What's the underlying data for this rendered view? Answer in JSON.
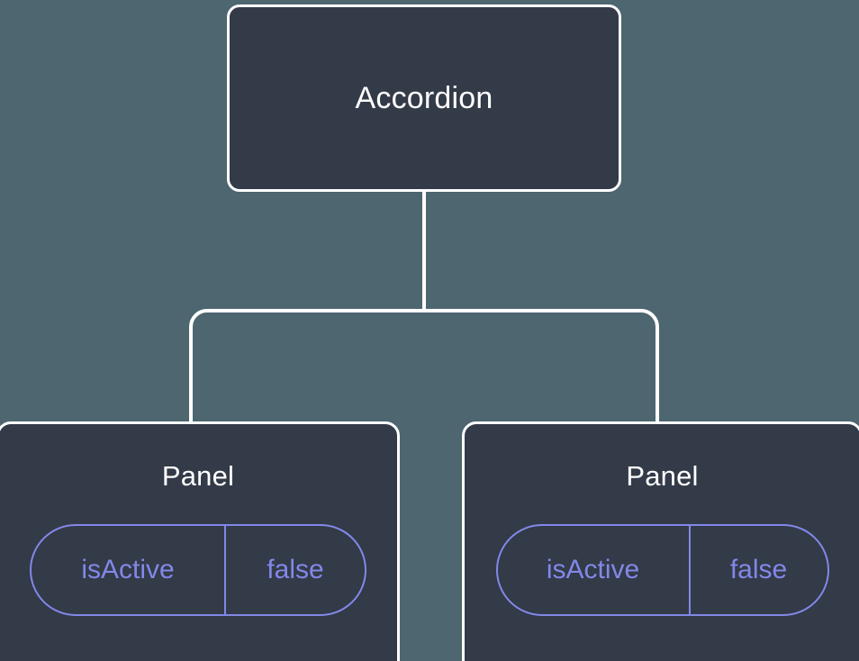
{
  "canvas": {
    "background_color": "#4d6670",
    "node_fill_color": "#333a48",
    "node_border_color": "#ffffff",
    "connector_color": "#ffffff",
    "accent_color": "#8288e8",
    "title_color": "#ffffff"
  },
  "tree": {
    "root": {
      "title": "Accordion"
    },
    "children": [
      {
        "title": "Panel",
        "state": {
          "key": "isActive",
          "value": "false"
        }
      },
      {
        "title": "Panel",
        "state": {
          "key": "isActive",
          "value": "false"
        }
      }
    ]
  }
}
